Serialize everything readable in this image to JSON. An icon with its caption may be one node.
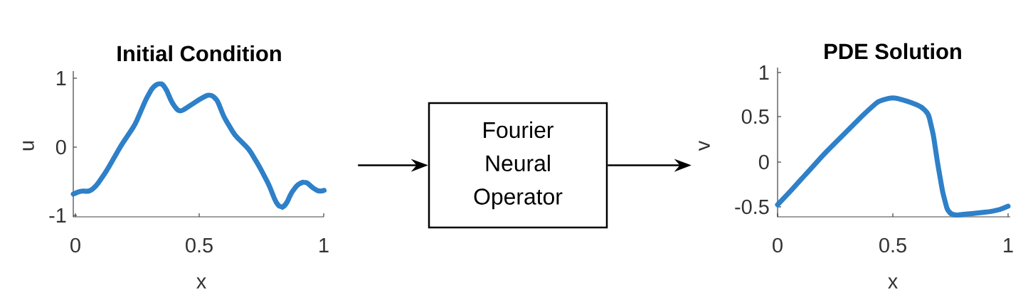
{
  "diagram": {
    "nodes": [
      {
        "text": [
          "Initial Condition"
        ]
      },
      {
        "text": [
          "Fourier Neural Operator"
        ]
      },
      {
        "text": [
          "PDE Solution"
        ]
      }
    ],
    "edges": [
      {
        "from": 0,
        "to": 1,
        "arrow": "to"
      },
      {
        "from": 1,
        "to": 2,
        "arrow": "to"
      }
    ],
    "labels": [
      "1",
      "0",
      "-1",
      "u",
      "0",
      "0.5",
      "1",
      "x",
      "1",
      "0.5",
      "0",
      "-0.5",
      "v",
      "0",
      "0.5",
      "1",
      "x"
    ]
  }
}
